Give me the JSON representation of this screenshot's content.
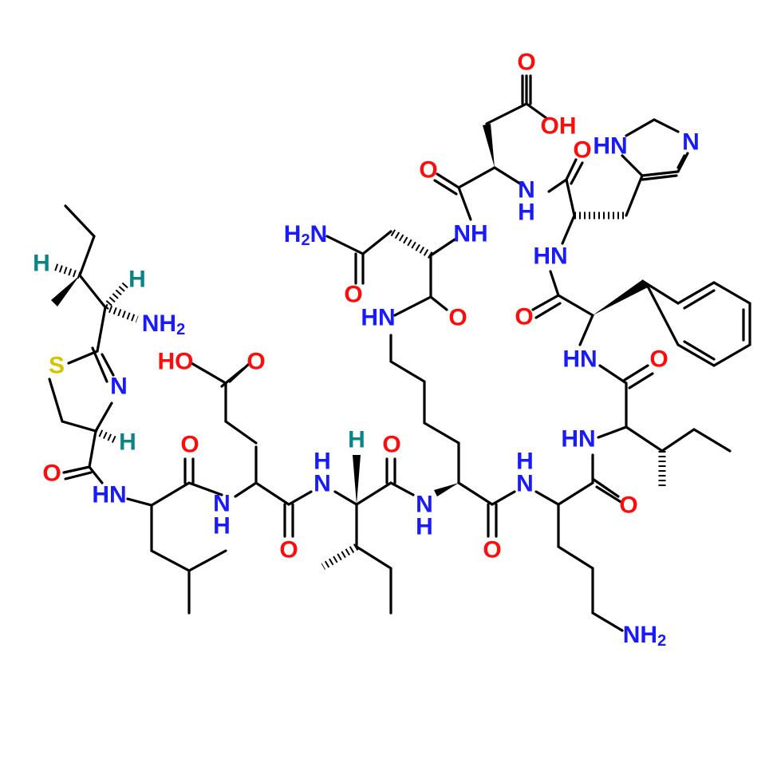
{
  "colors": {
    "nitrogen": "#1a1aff",
    "oxygen": "#ff0d0d",
    "sulfur": "#d4c400",
    "hydrogen": "#0a8585",
    "carbon": "#000000"
  },
  "atoms": {
    "o_asp_acid": "O",
    "oh_asp": "OH",
    "o_his_co": "O",
    "hn_imid": "HN",
    "n_imid": "N",
    "o_asp_co": "O",
    "nh_asp": "N",
    "h_asp": "H",
    "h2n_asn": "H",
    "h2n_asn_n": "N",
    "h2n_asn_sub": "2",
    "nh_asn": "NH",
    "hn_his": "HN",
    "o_asn_side": "O",
    "hn_lys_side": "HN",
    "o_asn_co": "O",
    "o_phe_co": "O",
    "h_ile1_beta": "H",
    "h_ile1_alpha": "H",
    "nh2_ile1": "NH",
    "nh2_ile1_sub": "2",
    "hn_phe": "HN",
    "o_ile3_co": "O",
    "s_thz": "S",
    "n_thz": "N",
    "ho_glu": "HO",
    "o_glu": "O",
    "h_thz": "H",
    "o_leu_co": "O",
    "o_ile2_co": "O",
    "h_glu_nh": "H",
    "n_glu_nh": "N",
    "h_ile2": "H",
    "hn_ile3": "HN",
    "h_orn_nh": "H",
    "n_orn_nh": "N",
    "o_thz_co": "O",
    "hn_leu": "HN",
    "n_glu": "N",
    "h_glu": "H",
    "n_lys": "N",
    "h_lys": "H",
    "o_orn_co": "O",
    "o_glu_co": "O",
    "o_lys_co": "O",
    "nh2_orn": "NH",
    "nh2_orn_sub": "2"
  }
}
